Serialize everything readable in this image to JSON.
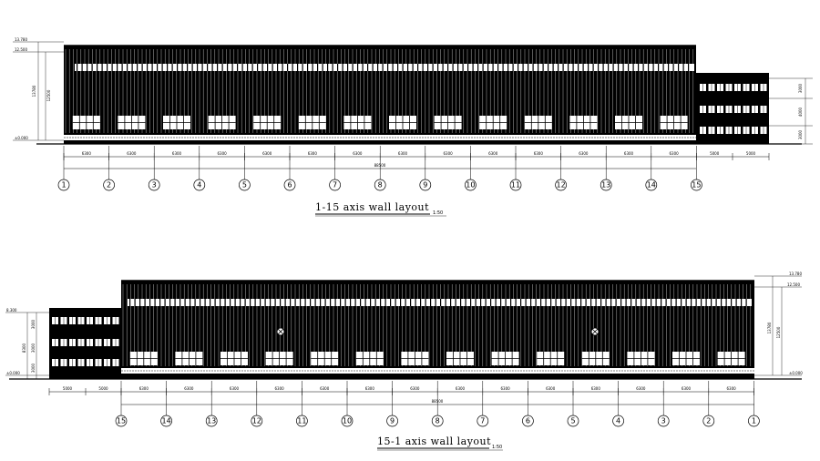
{
  "elevation_top": {
    "title": "1-15 axis wall layout",
    "scale": "1:50",
    "axis_labels": [
      "1",
      "2",
      "3",
      "4",
      "5",
      "6",
      "7",
      "8",
      "9",
      "10",
      "11",
      "12",
      "13",
      "14",
      "15"
    ],
    "bay_dimensions": [
      "6300",
      "6300",
      "6300",
      "6300",
      "6300",
      "6300",
      "6300",
      "6300",
      "6300",
      "6300",
      "6300",
      "6300",
      "6300",
      "6300",
      "5000",
      "5000"
    ],
    "overall_dimension": "88500",
    "left_levels": [
      "13.780",
      "12.500",
      "±0.000"
    ],
    "left_heights": [
      "13780",
      "12500"
    ],
    "right_heights": [
      "3000",
      "4000",
      "3000"
    ]
  },
  "elevation_bottom": {
    "title": "15-1 axis wall layout",
    "scale": "1:50",
    "axis_labels": [
      "15",
      "14",
      "13",
      "12",
      "11",
      "10",
      "9",
      "8",
      "7",
      "6",
      "5",
      "4",
      "3",
      "2",
      "1"
    ],
    "bay_dimensions": [
      "5000",
      "5000",
      "6300",
      "6300",
      "6300",
      "6300",
      "6300",
      "6300",
      "6300",
      "6300",
      "6300",
      "6300",
      "6300",
      "6300",
      "6300",
      "6300"
    ],
    "overall_dimension": "88500",
    "left_levels": [
      "8.300",
      "±0.000"
    ],
    "left_heights": [
      "3000",
      "8300",
      "3000",
      "3000"
    ],
    "right_levels": [
      "13.780",
      "12.500",
      "±0.000"
    ],
    "right_heights": [
      "13780",
      "12500"
    ]
  }
}
